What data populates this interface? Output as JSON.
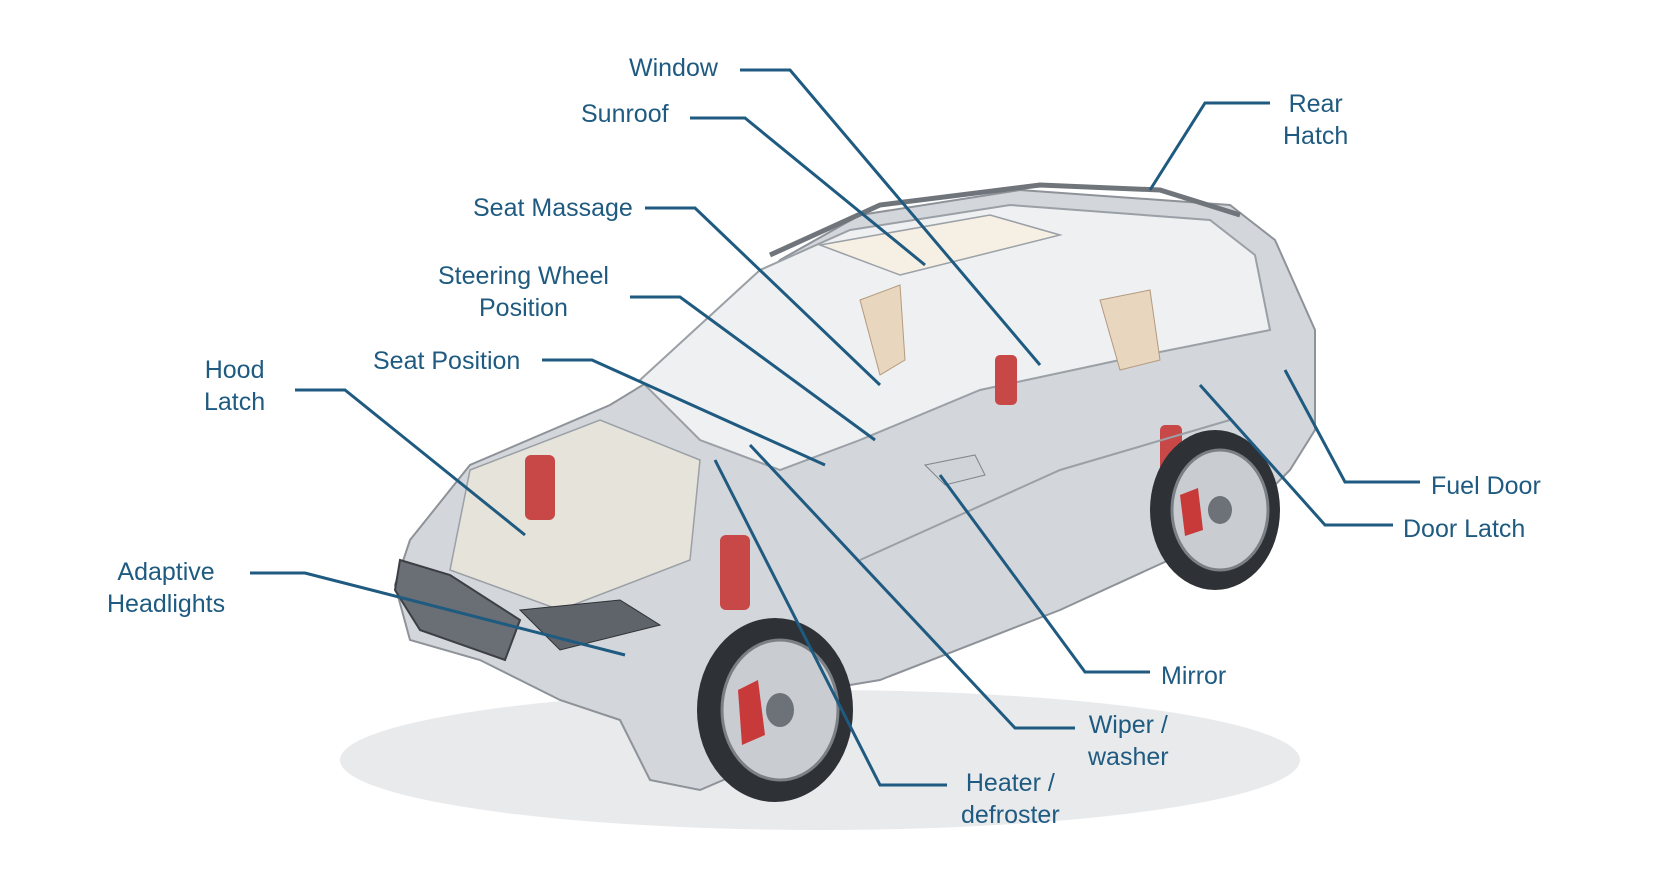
{
  "colors": {
    "leader": "#1f5a80",
    "label": "#1f5a80",
    "brake": "#c83a3a",
    "body": "#b9bdc2"
  },
  "car_image": {
    "icon": "car-cutaway-illustration"
  },
  "callouts": [
    {
      "id": "window",
      "lines": [
        "Window"
      ]
    },
    {
      "id": "sunroof",
      "lines": [
        "Sunroof"
      ]
    },
    {
      "id": "rear-hatch",
      "lines": [
        "Rear",
        "Hatch"
      ]
    },
    {
      "id": "seat-massage",
      "lines": [
        "Seat Massage"
      ]
    },
    {
      "id": "steering-wheel-position",
      "lines": [
        "Steering Wheel",
        "Position"
      ]
    },
    {
      "id": "hood-latch",
      "lines": [
        "Hood",
        "Latch"
      ]
    },
    {
      "id": "seat-position",
      "lines": [
        "Seat Position"
      ]
    },
    {
      "id": "fuel-door",
      "lines": [
        "Fuel Door"
      ]
    },
    {
      "id": "door-latch",
      "lines": [
        "Door Latch"
      ]
    },
    {
      "id": "adaptive-headlights",
      "lines": [
        "Adaptive",
        "Headlights"
      ]
    },
    {
      "id": "mirror",
      "lines": [
        "Mirror"
      ]
    },
    {
      "id": "wiper-washer",
      "lines": [
        "Wiper /",
        "washer"
      ]
    },
    {
      "id": "heater-defroster",
      "lines": [
        "Heater /",
        "defroster"
      ]
    }
  ]
}
